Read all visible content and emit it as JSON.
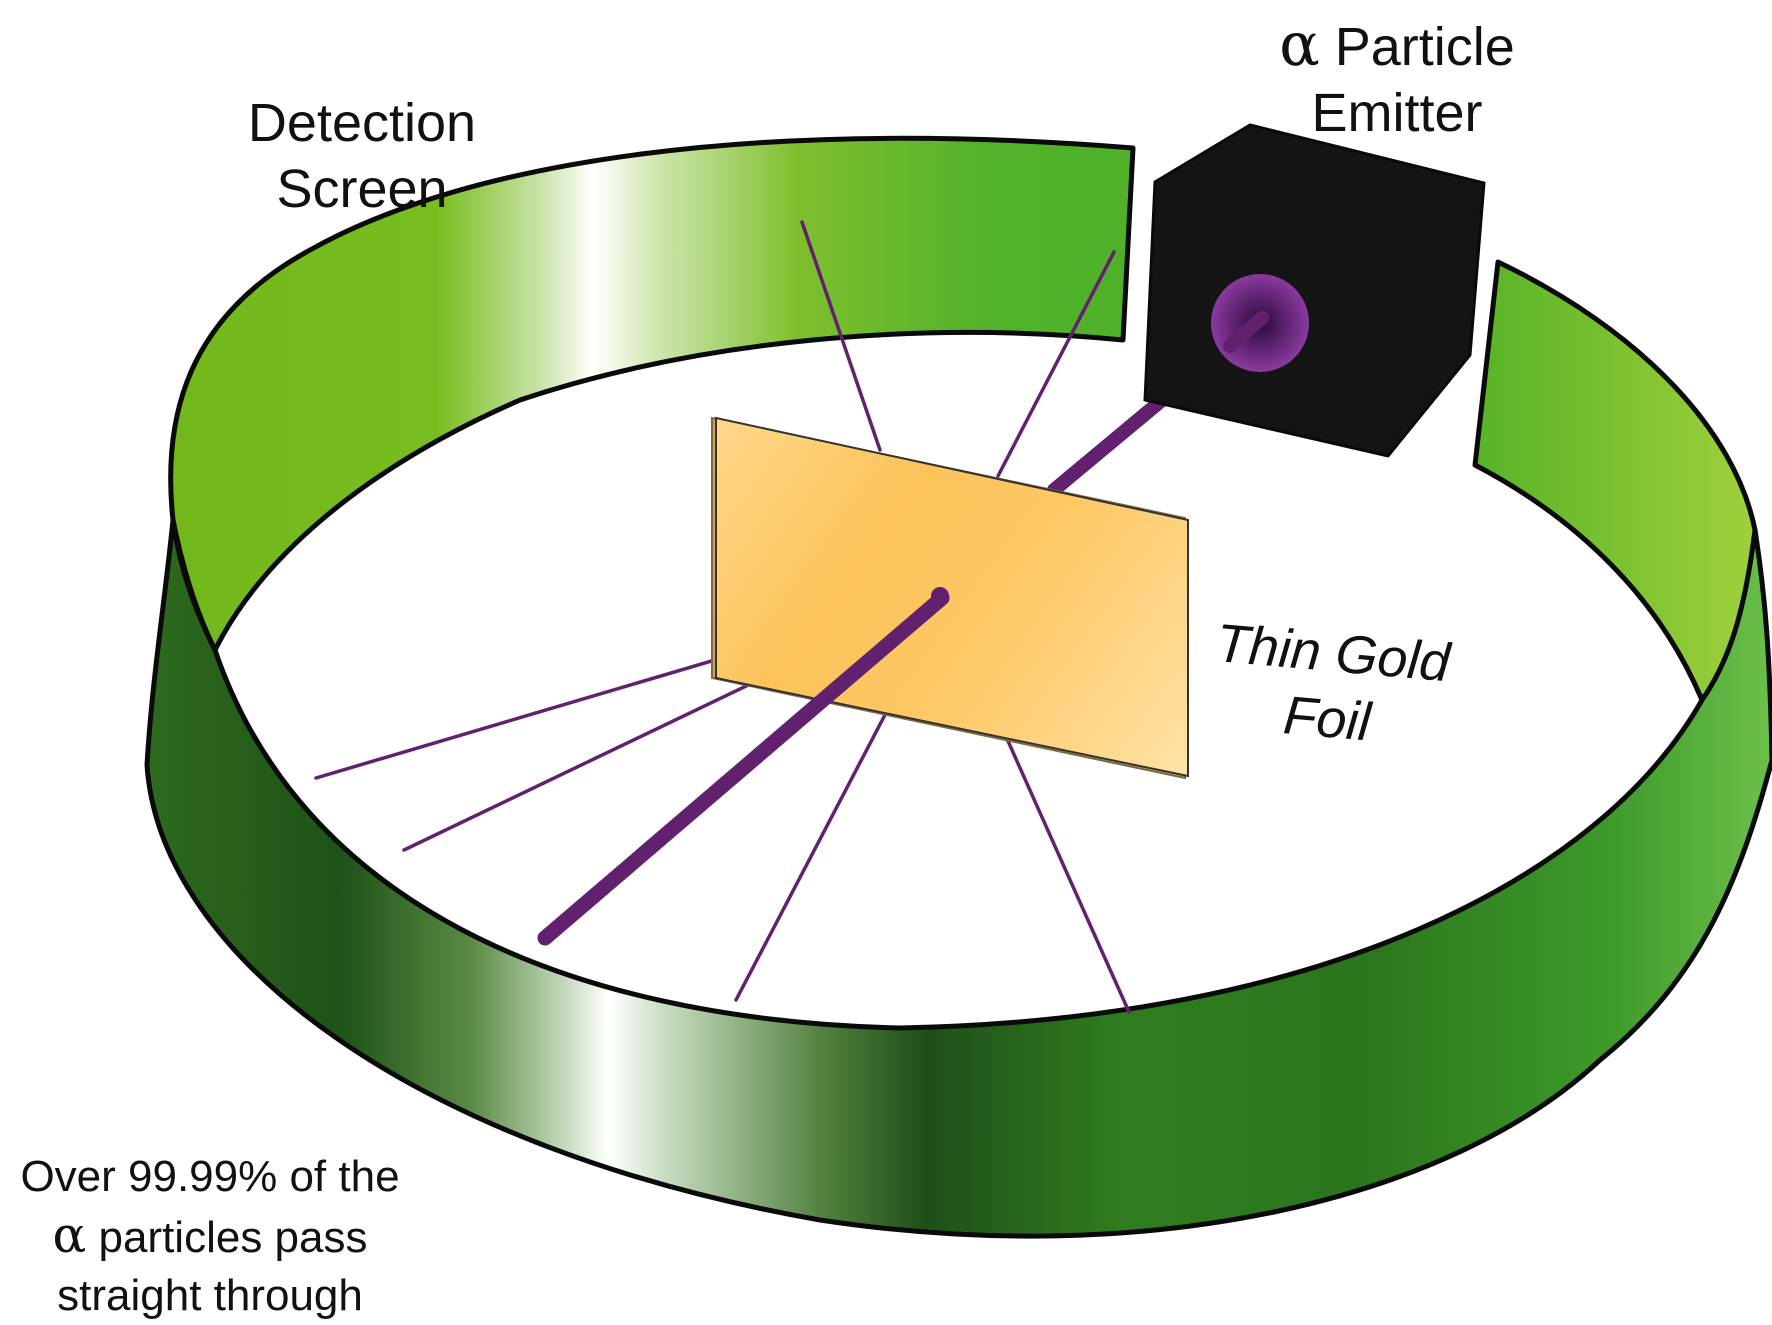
{
  "labels": {
    "detection_screen": [
      "Detection",
      "Screen"
    ],
    "emitter": {
      "symbol": "α",
      "line1": "Particle",
      "line2": "Emitter"
    },
    "gold_foil": [
      "Thin Gold",
      "Foil"
    ],
    "note": {
      "line1": "Over 99.99% of the",
      "symbol": "α",
      "line2_rest": "particles pass",
      "line3": "straight through"
    }
  },
  "colors": {
    "screen_green_dark": "#1e5218",
    "screen_green_mid": "#2f7d1e",
    "screen_green_light": "#72b81c",
    "screen_green_bright": "#4daf2a",
    "screen_highlight": "#ffffff",
    "emitter_body": "#141414",
    "beam_purple": "#62216f",
    "source_glow": "#7a2d8f",
    "foil_gold": "#fcc35a",
    "foil_light": "#ffe2a6",
    "outline": "#0a0a0a"
  },
  "icons": [
    "alpha-particle-emitter-icon",
    "detection-screen-ring",
    "gold-foil-sheet"
  ]
}
